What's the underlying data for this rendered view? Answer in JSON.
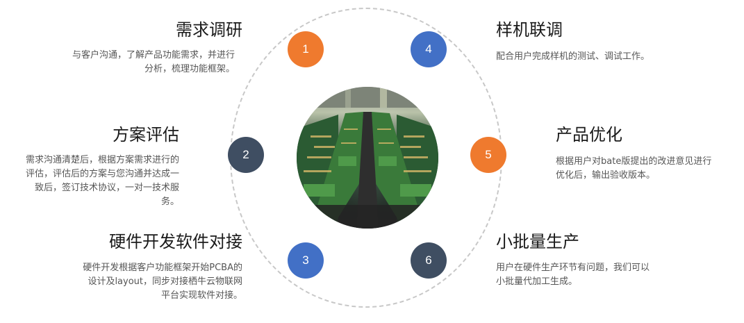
{
  "steps": [
    {
      "number": "1",
      "title": "需求调研",
      "desc": "与客户沟通，了解产品功能需求，并进行分析，梳理功能框架。",
      "color": "#ef7a2e"
    },
    {
      "number": "2",
      "title": "方案评估",
      "desc": "需求沟通清楚后，根据方案需求进行的评估，评估后的方案与您沟通并达成一致后，签订技术协议，一对一技术服务。",
      "color": "#3f4e62"
    },
    {
      "number": "3",
      "title": "硬件开发软件对接",
      "desc": "硬件开发根据客户功能框架开始PCBA的设计及layout，同步对接栖牛云物联网平台实现软件对接。",
      "color": "#4270c6"
    },
    {
      "number": "4",
      "title": "样机联调",
      "desc": "配合用户完成样机的测试、调试工作。",
      "color": "#4270c6"
    },
    {
      "number": "5",
      "title": "产品优化",
      "desc": "根据用户对bate版提出的改进意见进行优化后，输出验收版本。",
      "color": "#ef7a2e"
    },
    {
      "number": "6",
      "title": "小批量生产",
      "desc": "用户在硬件生产环节有问题，我们可以小批量代加工生成。",
      "color": "#3f4e62"
    }
  ]
}
